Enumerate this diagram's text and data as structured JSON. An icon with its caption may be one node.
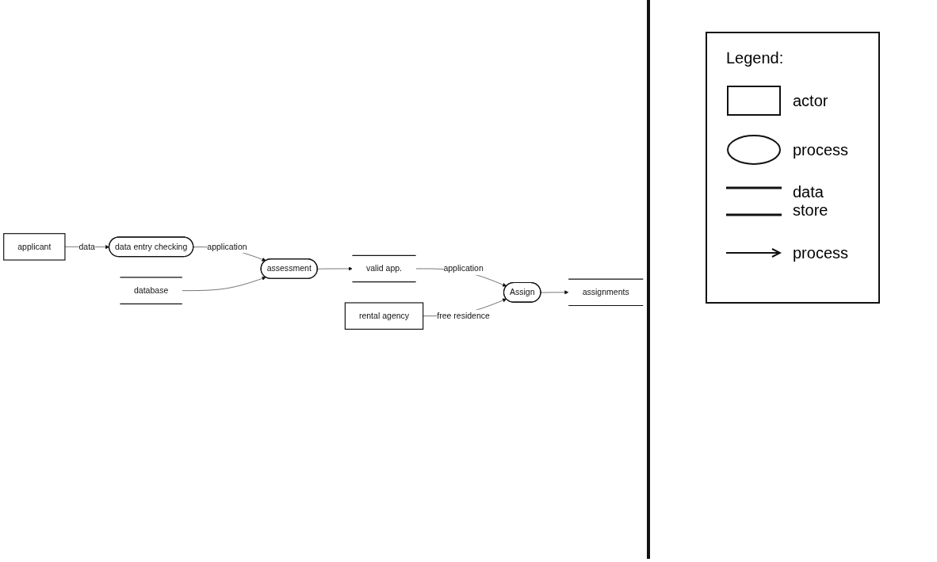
{
  "diagram": {
    "nodes": [
      {
        "text": [
          "applicant"
        ]
      },
      {
        "text": [
          "data entry checking"
        ]
      },
      {
        "text": [
          "database"
        ]
      },
      {
        "text": [
          "assessment"
        ]
      },
      {
        "text": [
          "valid app."
        ]
      },
      {
        "text": [
          "rental agency"
        ]
      },
      {
        "text": [
          "Assign"
        ]
      },
      {
        "text": [
          "assignments"
        ]
      }
    ],
    "edges": [
      {
        "from": 0,
        "to": 1,
        "arrow": "to",
        "label": "data"
      },
      {
        "from": 1,
        "to": 3,
        "arrow": "to",
        "label": "application"
      },
      {
        "from": 2,
        "to": 3,
        "arrow": "to"
      },
      {
        "from": 3,
        "to": 4,
        "arrow": "to"
      },
      {
        "from": 4,
        "to": 6,
        "arrow": "to",
        "label": "application"
      },
      {
        "from": 5,
        "to": 6,
        "arrow": "to",
        "label": "free residence"
      },
      {
        "from": 6,
        "to": 7,
        "arrow": "to"
      }
    ],
    "labels": [
      "Legend:"
    ],
    "legend": [
      {
        "text": "actor"
      },
      {
        "text": "process"
      },
      {
        "text": "data store"
      },
      {
        "text": "process"
      }
    ]
  }
}
